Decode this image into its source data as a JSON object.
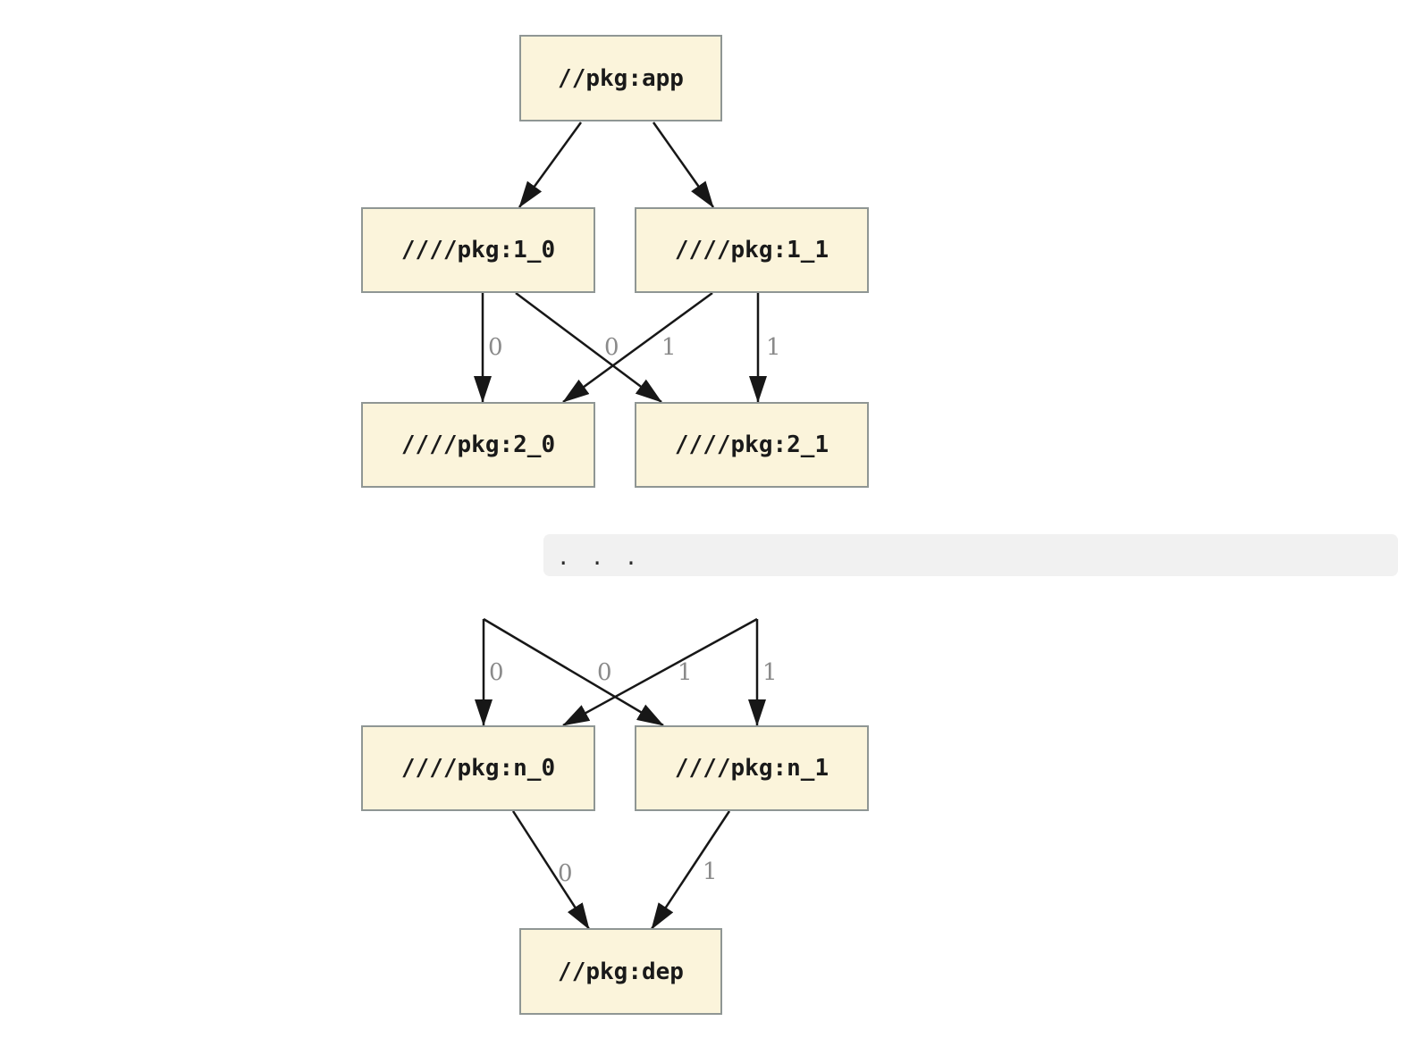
{
  "colors": {
    "background": "#FFFFFF",
    "node_fill": "#FBF4DB",
    "node_border": "#8F9694",
    "edge": "#171717",
    "edge_label": "#8A8A8A",
    "ellipsis_band_bg": "#F1F1F1",
    "ellipsis_text": "#2B2B2B"
  },
  "nodes": {
    "app": {
      "label": "//pkg:app"
    },
    "l1_0": {
      "label": "////pkg:1_0"
    },
    "l1_1": {
      "label": "////pkg:1_1"
    },
    "l2_0": {
      "label": "////pkg:2_0"
    },
    "l2_1": {
      "label": "////pkg:2_1"
    },
    "ln_0": {
      "label": "////pkg:n_0"
    },
    "ln_1": {
      "label": "////pkg:n_1"
    },
    "dep": {
      "label": "//pkg:dep"
    }
  },
  "edge_labels": {
    "l1_0_to_l2_0": "0",
    "l1_0_to_l2_1": "0",
    "l1_1_to_l2_0": "1",
    "l1_1_to_l2_1": "1",
    "prev_0_to_ln_0": "0",
    "prev_0_to_ln_1": "0",
    "prev_1_to_ln_0": "1",
    "prev_1_to_ln_1": "1",
    "ln_0_to_dep": "0",
    "ln_1_to_dep": "1"
  },
  "ellipsis": {
    "text": ". . ."
  }
}
